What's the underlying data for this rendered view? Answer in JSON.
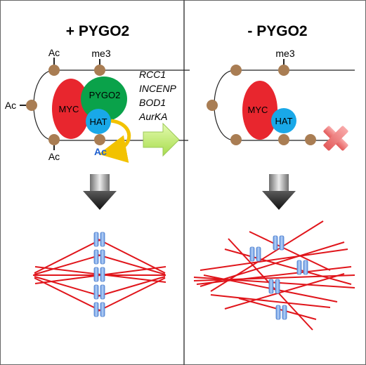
{
  "panels": {
    "left": {
      "title": "+ PYGO2",
      "marks": {
        "ac_top": "Ac",
        "me3": "me3",
        "ac_left": "Ac",
        "ac_bottom": "Ac"
      },
      "proteins": {
        "myc": "MYC",
        "pygo2": "PYGO2",
        "hat": "HAT"
      },
      "acetyl_transfer_label": "Ac",
      "target_genes": [
        "RCC1",
        "INCENP",
        "BOD1",
        "AurKA"
      ],
      "outcome": "normal bipolar spindle"
    },
    "right": {
      "title": "- PYGO2",
      "marks": {
        "me3": "me3"
      },
      "proteins": {
        "myc": "MYC",
        "hat": "HAT"
      },
      "outcome": "disorganized spindle"
    }
  },
  "colors": {
    "myc": "#e8262e",
    "pygo2": "#0aa24a",
    "hat": "#19a8e8",
    "nucleosome": "#a97d53",
    "spindle": "#e0151b",
    "chromosome": "#7ea9e6",
    "arrow_curve": "#f2c200",
    "arrow_green": "#c8ef7a",
    "cross": "#f07f7f",
    "divider": "#444444"
  }
}
